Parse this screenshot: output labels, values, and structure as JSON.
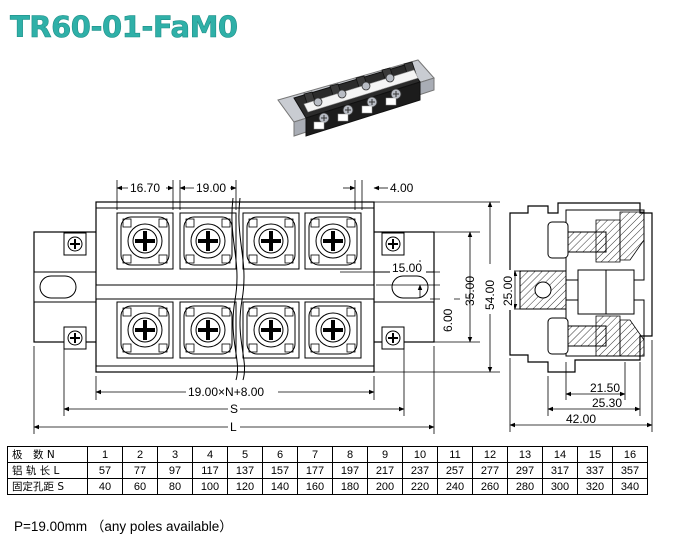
{
  "title": "TR60-01-FaM0",
  "dims": {
    "d1": "16.70",
    "d2": "19.00",
    "d3": "4.00",
    "d4": "15.00",
    "d5": "6.00",
    "d6": "35.00",
    "d7": "54.00",
    "d8": "25.00",
    "d9": "19.00×N+8.00",
    "d10": "S",
    "d11": "L",
    "d12": "21.50",
    "d13": "25.30",
    "d14": "42.00"
  },
  "table": {
    "rows": [
      {
        "label": "极　数 N",
        "values": [
          "1",
          "2",
          "3",
          "4",
          "5",
          "6",
          "7",
          "8",
          "9",
          "10",
          "11",
          "12",
          "13",
          "14",
          "15",
          "16"
        ]
      },
      {
        "label": "铝 轨 长 L",
        "values": [
          "57",
          "77",
          "97",
          "117",
          "137",
          "157",
          "177",
          "197",
          "217",
          "237",
          "257",
          "277",
          "297",
          "317",
          "337",
          "357"
        ]
      },
      {
        "label": "固定孔距 S",
        "values": [
          "40",
          "60",
          "80",
          "100",
          "120",
          "140",
          "160",
          "180",
          "200",
          "220",
          "240",
          "260",
          "280",
          "300",
          "320",
          "340"
        ]
      }
    ]
  },
  "note": "P=19.00mm  （any poles available）"
}
